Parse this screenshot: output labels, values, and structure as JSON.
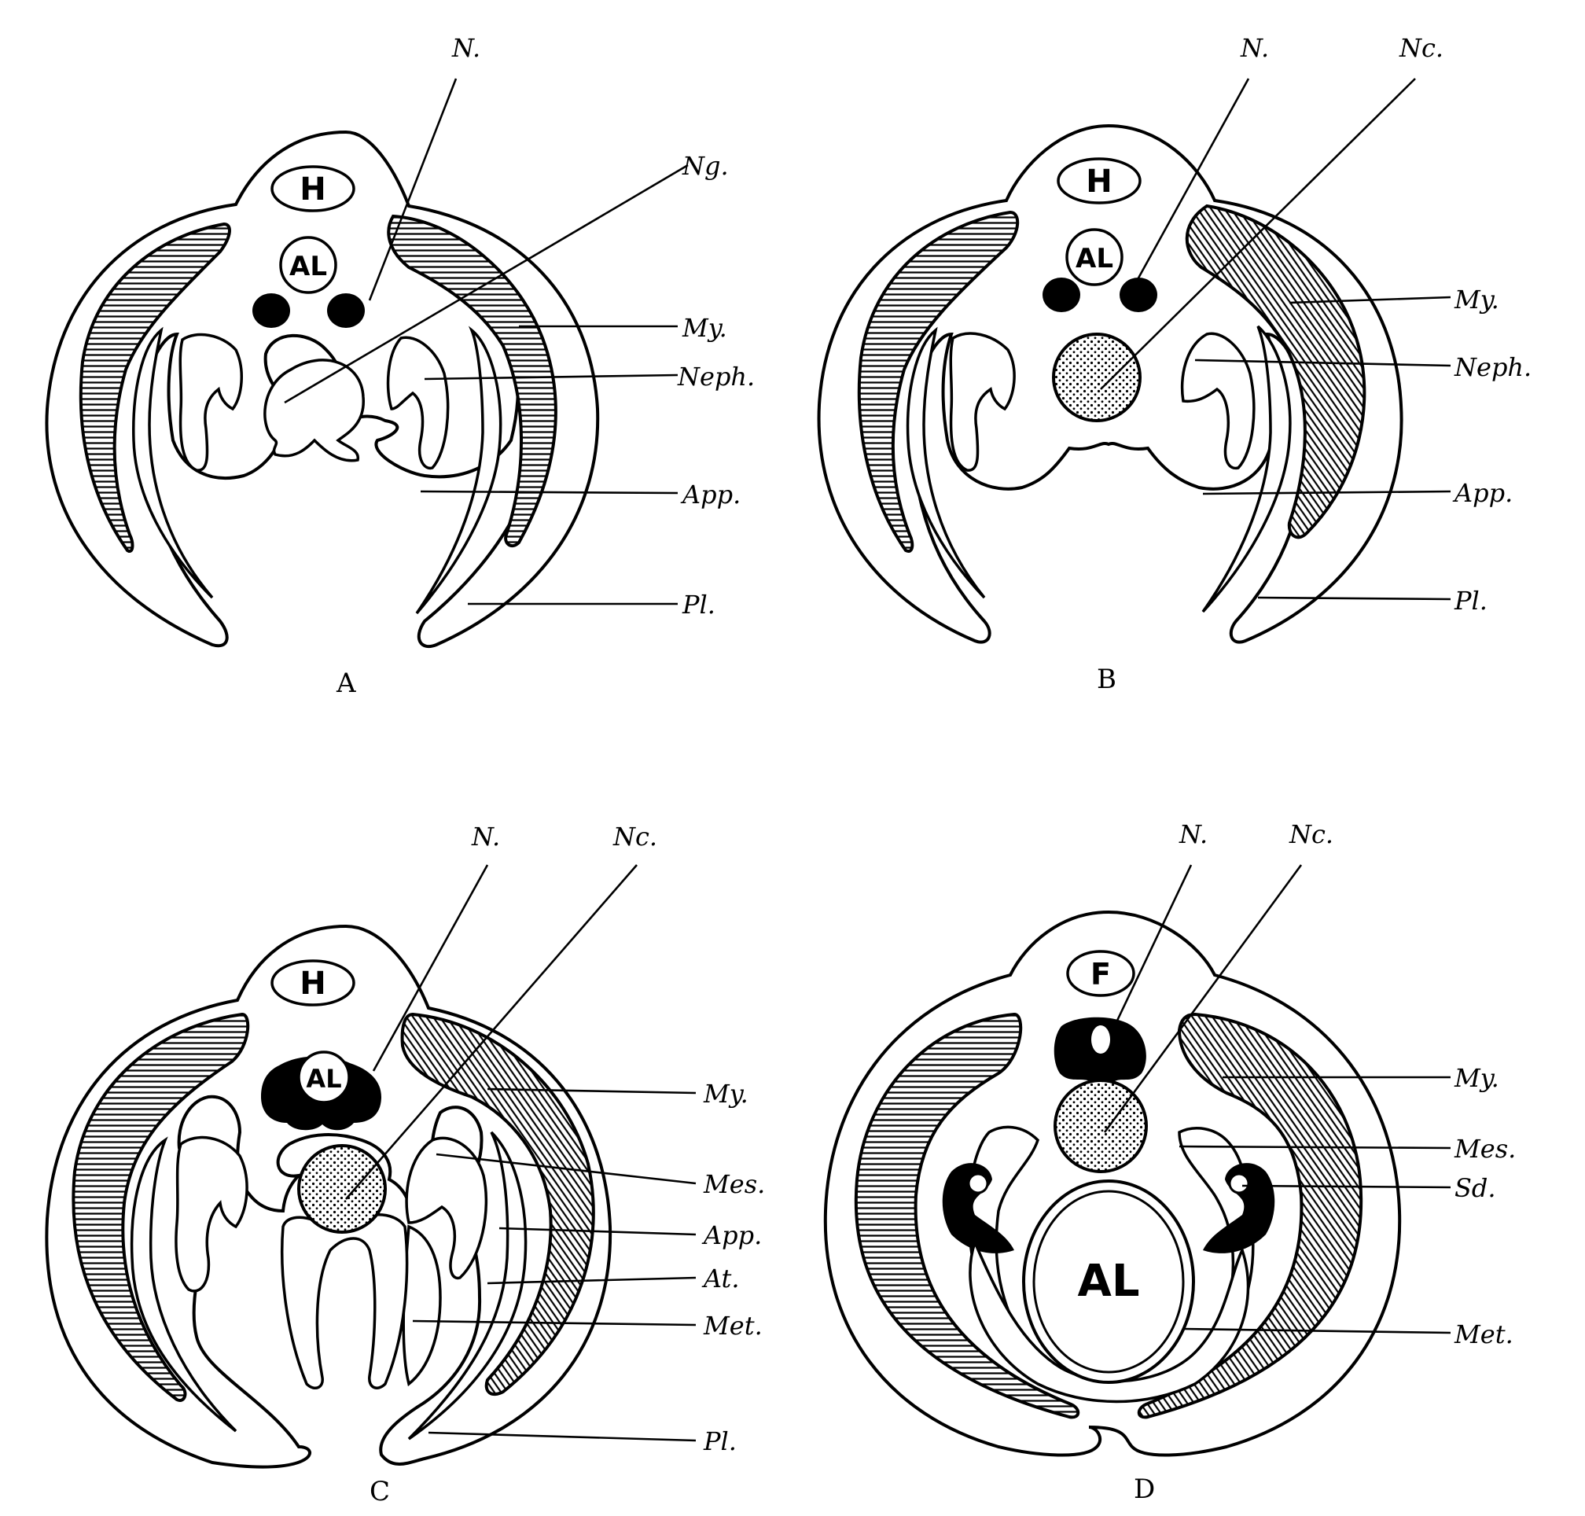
{
  "figure": {
    "panels": [
      {
        "id": "A",
        "caption": "A",
        "organs": [
          "H",
          "AL"
        ],
        "labels": {
          "n": "N.",
          "ng": "Ng.",
          "my": "My.",
          "neph": "Neph.",
          "app": "App.",
          "pl": "Pl."
        }
      },
      {
        "id": "B",
        "caption": "B",
        "organs": [
          "H",
          "AL"
        ],
        "labels": {
          "n": "N.",
          "nc": "Nc.",
          "my": "My.",
          "neph": "Neph.",
          "app": "App.",
          "pl": "Pl."
        }
      },
      {
        "id": "C",
        "caption": "C",
        "organs": [
          "H",
          "AL"
        ],
        "labels": {
          "n": "N.",
          "nc": "Nc.",
          "my": "My.",
          "mes": "Mes.",
          "app": "App.",
          "at": "At.",
          "met": "Met.",
          "pl": "Pl."
        }
      },
      {
        "id": "D",
        "caption": "D",
        "organs": [
          "F",
          "AL"
        ],
        "labels": {
          "n": "N.",
          "nc": "Nc.",
          "my": "My.",
          "mes": "Mes.",
          "sd": "Sd.",
          "met": "Met."
        }
      }
    ]
  },
  "colors": {
    "ink": "#000000",
    "paper": "#ffffff"
  }
}
